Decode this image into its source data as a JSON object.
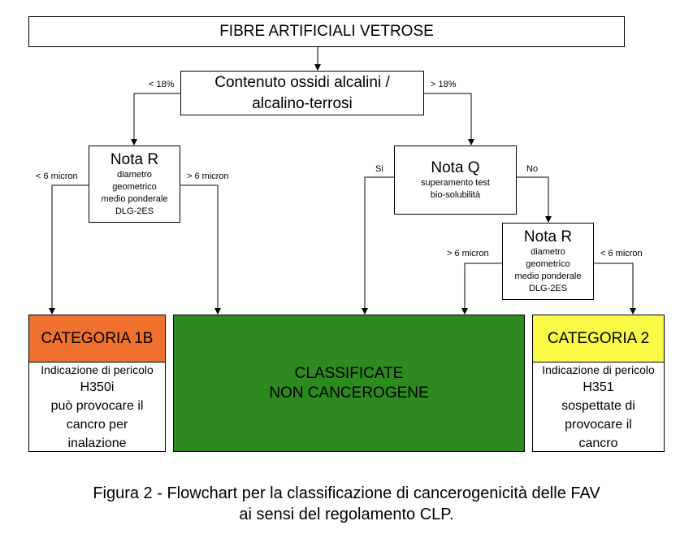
{
  "colors": {
    "category_1b": "#f0702e",
    "non_cancerogene": "#2c8a1e",
    "category_2": "#fafa46"
  },
  "root": {
    "label": "FIBRE ARTIFICIALI VETROSE"
  },
  "alkali": {
    "line1": "Contenuto ossidi alcalini /",
    "line2": "alcalino-terrosi"
  },
  "edges": {
    "lt18": "< 18%",
    "gt18": "> 18%",
    "left_lt6": "< 6 micron",
    "left_gt6": "> 6 micron",
    "si": "Si",
    "no": "No",
    "right_gt6": "> 6 micron",
    "right_lt6": "< 6 micron"
  },
  "nota_r": {
    "title": "Nota R",
    "line1": "diametro",
    "line2": "geometrico",
    "line3": "medio ponderale",
    "line4": "DLG-2ES"
  },
  "nota_q": {
    "title": "Nota Q",
    "line1": "superamento test",
    "line2": "bio-solubilità"
  },
  "cat_1b": {
    "title": "CATEGORIA 1B",
    "line1": "Indicazione di pericolo",
    "line2": "H350i",
    "line3": "può provocare il",
    "line4": "cancro per",
    "line5": "inalazione"
  },
  "non_cancer": {
    "line1": "CLASSIFICATE",
    "line2": "NON CANCEROGENE"
  },
  "cat_2": {
    "title": "CATEGORIA 2",
    "line1": "Indicazione di pericolo",
    "line2": "H351",
    "line3": "sospettate di",
    "line4": "provocare il",
    "line5": "cancro"
  },
  "caption": {
    "line1": "Figura 2 - Flowchart per la classificazione di cancerogenicità delle FAV",
    "line2": "ai sensi del regolamento CLP."
  }
}
